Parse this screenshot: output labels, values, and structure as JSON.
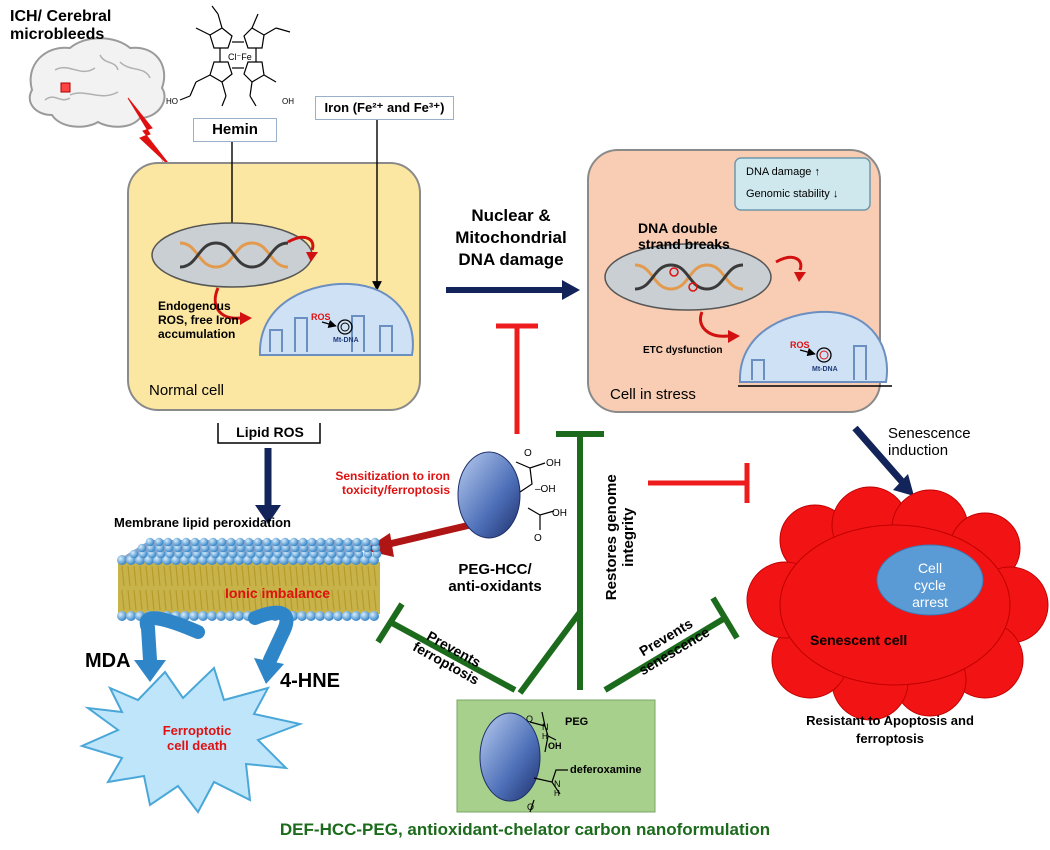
{
  "ich_label": [
    "ICH/ Cerebral",
    "microbleeds"
  ],
  "hemin": "Hemin",
  "iron": "Iron (Fe²⁺ and Fe³⁺)",
  "normal_cell": {
    "label": "Normal cell",
    "endogenous": [
      "Endogenous",
      "ROS, free Iron",
      "accumulation"
    ],
    "ros": "ROS",
    "mtdna": "Mt-DNA"
  },
  "center_arrow": [
    "Nuclear &",
    "Mitochondrial",
    "DNA damage"
  ],
  "stress_cell": {
    "label": "Cell in stress",
    "dna_damage": "DNA damage",
    "genomic_stability": "Genomic stability",
    "dsb": [
      "DNA double",
      "strand breaks"
    ],
    "etc": "ETC dysfunction",
    "ros": "ROS",
    "mtdna": "Mt-DNA"
  },
  "lipid_ros": "Lipid ROS",
  "senescence_induction": [
    "Senescence",
    "induction"
  ],
  "sensitization": [
    "Sensitization to iron",
    "toxicity/ferroptosis"
  ],
  "membrane_title": "Membrane lipid peroxidation",
  "ionic": "Ionic imbalance",
  "mda": "MDA",
  "hne": "4-HNE",
  "ferroptotic": [
    "Ferroptotic",
    "cell death"
  ],
  "peg_hcc": [
    "PEG-HCC/",
    "anti-oxidants"
  ],
  "restores": [
    "Restores genome",
    "integrity"
  ],
  "prevents_ferroptosis": [
    "Prevents",
    "ferroptosis"
  ],
  "prevents_senescence": [
    "Prevents",
    "senescence"
  ],
  "senescent": {
    "cycle": [
      "Cell",
      "cycle",
      "arrest"
    ],
    "label": "Senescent cell",
    "resistant": [
      "Resistant to Apoptosis and",
      "ferroptosis"
    ]
  },
  "nano": {
    "peg": "PEG",
    "oh": "OH",
    "deferoxamine": "deferoxamine",
    "o": "O",
    "n": "N",
    "h": "H"
  },
  "footer": "DEF-HCC-PEG,  antioxidant-chelator carbon nanoformulation"
}
